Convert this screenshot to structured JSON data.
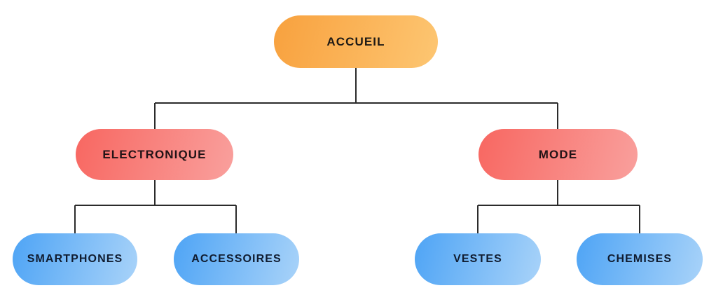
{
  "diagram": {
    "type": "tree",
    "background": "#ffffff",
    "connector": {
      "color": "#2b2b2b",
      "width": 2
    },
    "root": {
      "id": "accueil",
      "label": "ACCUEIL",
      "gradient": [
        "#F8A13E",
        "#FDC672"
      ],
      "text_color": "#1E1A15",
      "children": [
        {
          "id": "electronique",
          "label": "ELECTRONIQUE",
          "gradient": [
            "#F86761",
            "#F9A09D"
          ],
          "text_color": "#221316",
          "children": [
            {
              "id": "smartphones",
              "label": "SMARTPHONES",
              "gradient": [
                "#4EA4F5",
                "#A9D3F9"
              ],
              "text_color": "#101C30"
            },
            {
              "id": "accessoires",
              "label": "ACCESSOIRES",
              "gradient": [
                "#4EA4F5",
                "#A9D3F9"
              ],
              "text_color": "#101C30"
            }
          ]
        },
        {
          "id": "mode",
          "label": "MODE",
          "gradient": [
            "#F86761",
            "#F9A09D"
          ],
          "text_color": "#221316",
          "children": [
            {
              "id": "vestes",
              "label": "VESTES",
              "gradient": [
                "#4EA4F5",
                "#A9D3F9"
              ],
              "text_color": "#101C30"
            },
            {
              "id": "chemises",
              "label": "CHEMISES",
              "gradient": [
                "#4EA4F5",
                "#A9D3F9"
              ],
              "text_color": "#101C30"
            }
          ]
        }
      ]
    }
  }
}
